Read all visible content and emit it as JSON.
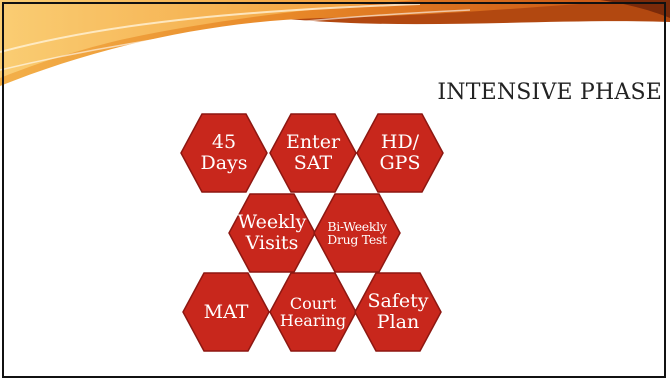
{
  "slide": {
    "title": "INTENSIVE PHASE",
    "colors": {
      "hex_fill": "#c8271c",
      "hex_edge": "#8d1711",
      "banner_dark": "#b74a12",
      "banner_mid": "#e2781f",
      "banner_light": "#f5b04c"
    }
  },
  "hexagons": [
    {
      "id": "h1",
      "text": "45\nDays"
    },
    {
      "id": "h2",
      "text": "Enter\nSAT"
    },
    {
      "id": "h3",
      "text": "HD/\nGPS"
    },
    {
      "id": "h4",
      "text": "Weekly\nVisits"
    },
    {
      "id": "h5",
      "text": "Bi-Weekly\nDrug Test"
    },
    {
      "id": "h6",
      "text": "MAT"
    },
    {
      "id": "h7",
      "text": "Court\nHearing"
    },
    {
      "id": "h8",
      "text": "Safety\nPlan"
    }
  ]
}
